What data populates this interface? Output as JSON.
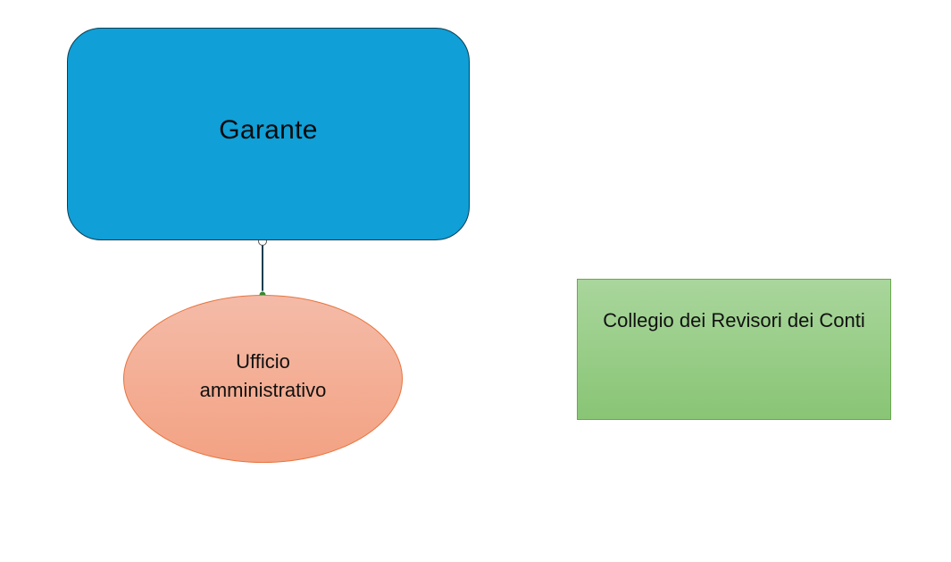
{
  "diagram": {
    "nodes": {
      "garante": {
        "label": "Garante",
        "shape": "rounded-rectangle",
        "fill": "#109fd7",
        "stroke": "#0b3e52"
      },
      "ufficio": {
        "label": "Ufficio amministrativo",
        "shape": "ellipse",
        "fill_top": "#f4bba8",
        "fill_bottom": "#f3a283",
        "stroke": "#e8743f"
      },
      "collegio": {
        "label": "Collegio dei Revisori dei Conti",
        "shape": "rectangle",
        "fill_top": "#a9d69c",
        "fill_bottom": "#89c575",
        "stroke": "#6aa84f"
      }
    },
    "edges": [
      {
        "from": "garante",
        "to": "ufficio",
        "stroke": "#0b3e52",
        "start_handle_color": "#ffffff",
        "end_handle_color": "#2e8b2e"
      }
    ]
  }
}
